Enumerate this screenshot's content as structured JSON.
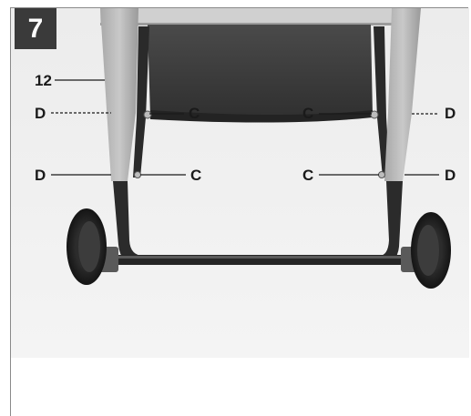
{
  "figure": {
    "step_number": "7",
    "callouts": {
      "part_12": "12",
      "d_top_left": "D",
      "c_top_left": "C",
      "c_top_right": "C",
      "d_top_right": "D",
      "d_bottom_left": "D",
      "c_bottom_left": "C",
      "c_bottom_right": "C",
      "d_bottom_right": "D"
    }
  }
}
